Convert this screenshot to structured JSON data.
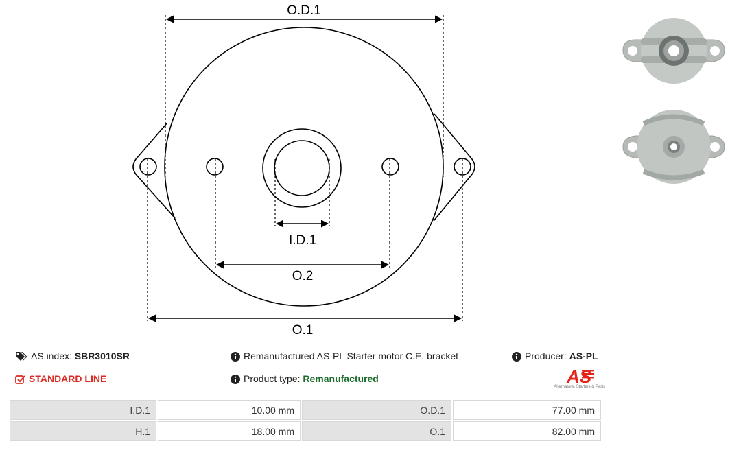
{
  "diagram": {
    "labels": {
      "od1": "O.D.1",
      "id1": "I.D.1",
      "o2": "O.2",
      "o1": "O.1"
    }
  },
  "product": {
    "index_label": "AS index:",
    "index_value": "SBR3010SR",
    "description": "Remanufactured AS-PL Starter motor C.E. bracket",
    "producer_label": "Producer:",
    "producer_value": "AS-PL",
    "line": "STANDARD LINE",
    "type_label": "Product type:",
    "type_value": "Remanufactured"
  },
  "logo": {
    "mark": "AS",
    "tagline": "Alternators, Starters & Parts"
  },
  "specs": {
    "rows": [
      [
        {
          "label": "I.D.1",
          "value": "10.00 mm"
        },
        {
          "label": "O.D.1",
          "value": "77.00 mm"
        }
      ],
      [
        {
          "label": "H.1",
          "value": "18.00 mm"
        },
        {
          "label": "O.1",
          "value": "82.00 mm"
        }
      ]
    ]
  },
  "icons": {
    "index": "tags-icon",
    "info": "info-circle-icon",
    "check": "check-square-icon"
  },
  "colors": {
    "line_red": "#d92b24",
    "type_green": "#1a6b2a",
    "logo_red": "#e1251b",
    "label_bg": "#e3e3e3"
  }
}
